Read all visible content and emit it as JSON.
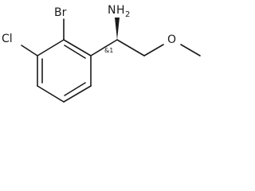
{
  "molecule": {
    "atoms": {
      "br": "Br",
      "cl": "Cl",
      "nh2_n": "N",
      "nh2_h": "H",
      "nh2_sub": "2",
      "o": "O"
    },
    "stereo_label": "&1"
  }
}
